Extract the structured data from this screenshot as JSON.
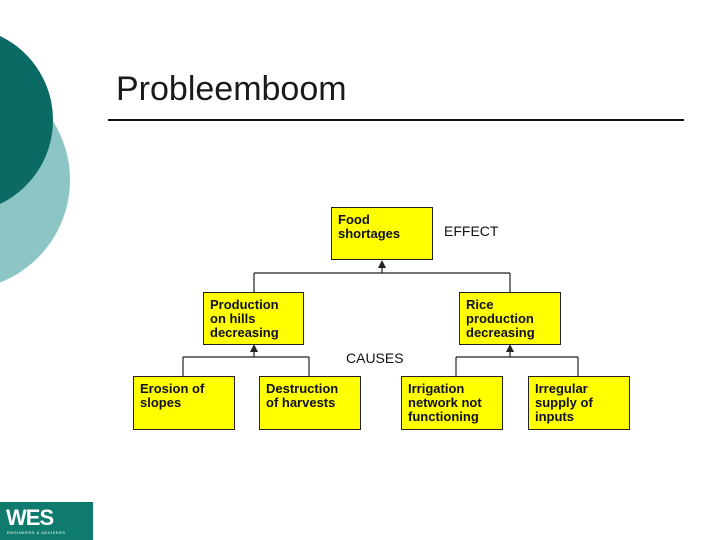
{
  "slide": {
    "title": "Probleemboom"
  },
  "diagram": {
    "effect_label": "EFFECT",
    "causes_label": "CAUSES",
    "boxes": {
      "food_shortages": "Food\nshortages",
      "production_hills": "Production\non hills\ndecreasing",
      "rice_production": "Rice\nproduction\ndecreasing",
      "erosion": "Erosion of\nslopes",
      "destruction": "Destruction\nof harvests",
      "irrigation": "Irrigation\nnetwork not\nfunctioning",
      "irregular_supply": "Irregular\nsupply of\ninputs"
    }
  },
  "logo": {
    "text": "WES",
    "subtext": "ENGINEERS & ADVISERS"
  },
  "colors": {
    "box_fill": "#ffff00",
    "accent_dark": "#0b6a63",
    "accent_light": "#8cc6c4",
    "logo_bg": "#0e7b6e"
  }
}
